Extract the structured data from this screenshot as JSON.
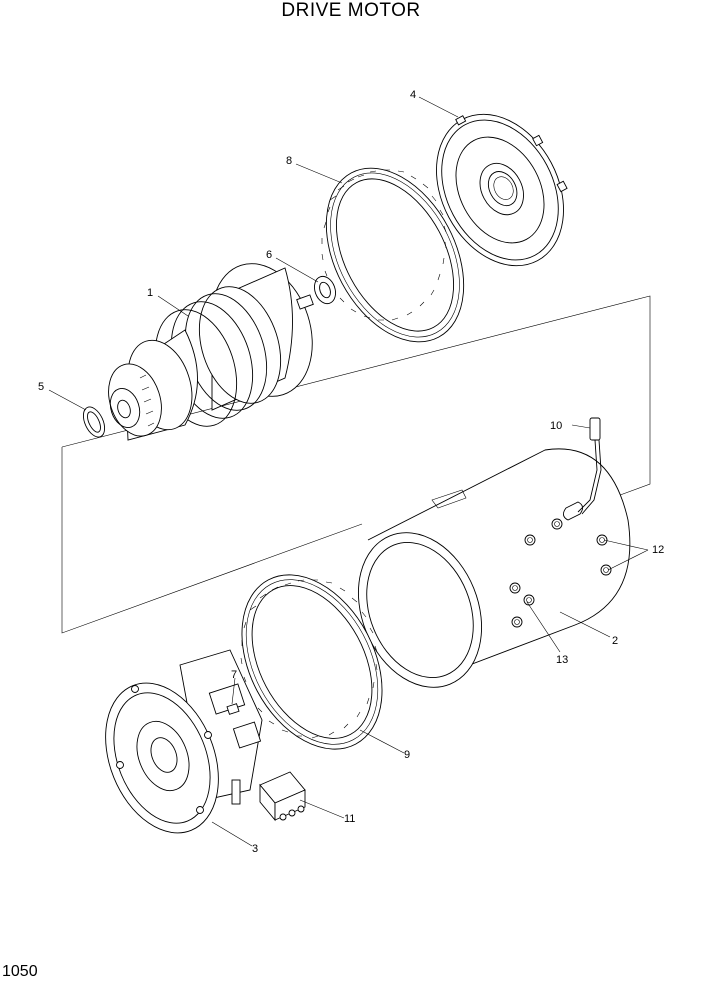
{
  "title": "DRIVE MOTOR",
  "page_number": "1050",
  "callouts": [
    {
      "id": "callout-1",
      "label": "1"
    },
    {
      "id": "callout-2",
      "label": "2"
    },
    {
      "id": "callout-3",
      "label": "3"
    },
    {
      "id": "callout-4",
      "label": "4"
    },
    {
      "id": "callout-5",
      "label": "5"
    },
    {
      "id": "callout-6",
      "label": "6"
    },
    {
      "id": "callout-7",
      "label": "7"
    },
    {
      "id": "callout-8",
      "label": "8"
    },
    {
      "id": "callout-9",
      "label": "9"
    },
    {
      "id": "callout-10",
      "label": "10"
    },
    {
      "id": "callout-11",
      "label": "11"
    },
    {
      "id": "callout-12",
      "label": "12"
    },
    {
      "id": "callout-13",
      "label": "13"
    }
  ]
}
